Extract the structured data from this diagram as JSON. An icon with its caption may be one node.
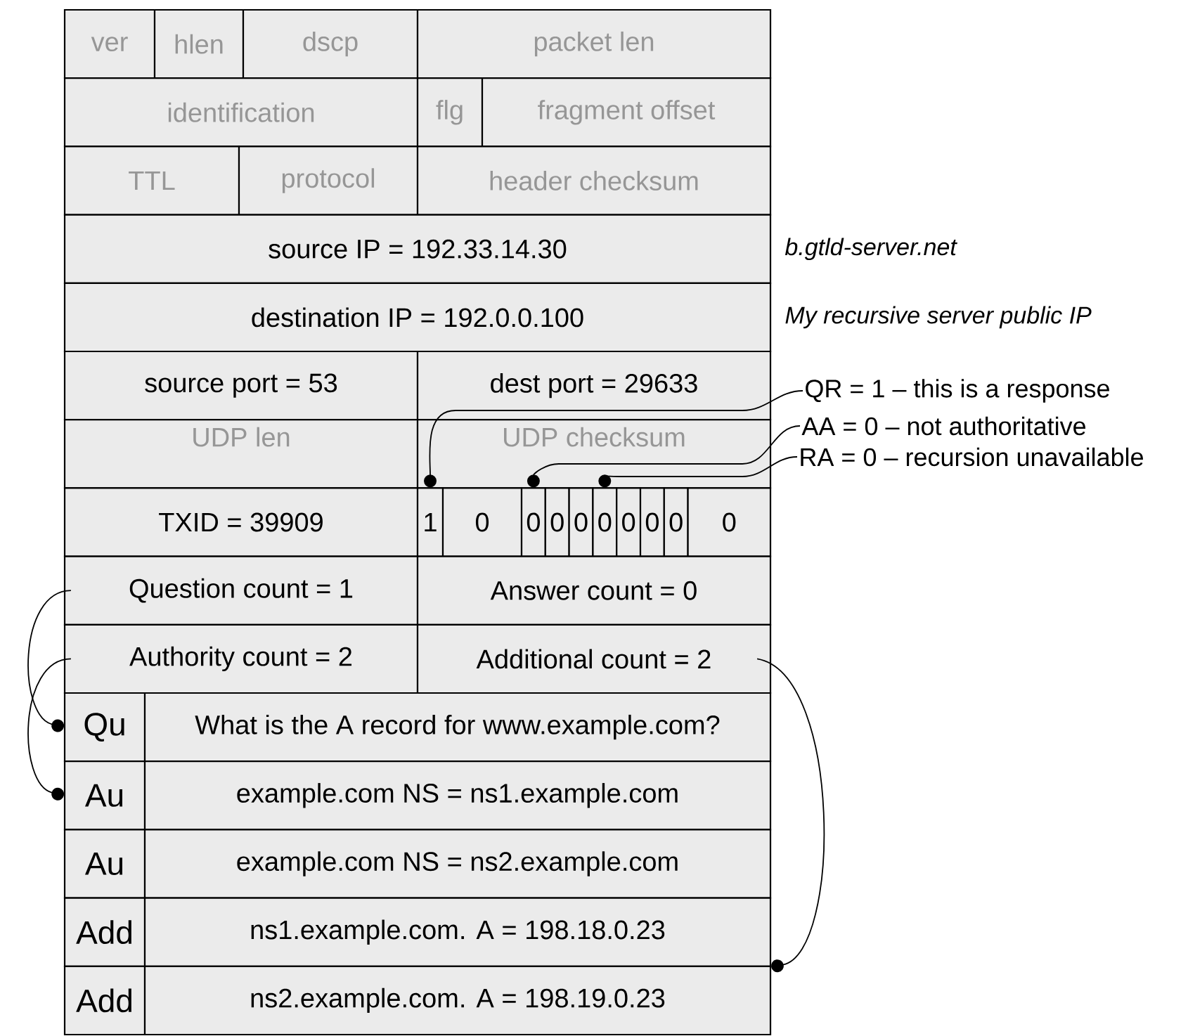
{
  "diagram": {
    "nodes": [
      {
        "text": [
          "ver"
        ]
      },
      {
        "text": [
          "hlen"
        ]
      },
      {
        "text": [
          "dscp"
        ]
      },
      {
        "text": [
          "packet len"
        ]
      },
      {
        "text": [
          "identification"
        ]
      },
      {
        "text": [
          "flg"
        ]
      },
      {
        "text": [
          "fragment offset"
        ]
      },
      {
        "text": [
          "TTL"
        ]
      },
      {
        "text": [
          "protocol"
        ]
      },
      {
        "text": [
          "header checksum"
        ]
      },
      {
        "text": [
          "source IP = 192.33.14.30"
        ],
        "beside": [
          "b.gtld-server.net"
        ]
      },
      {
        "text": [
          "destination IP = 192.0.0.100"
        ],
        "beside": [
          "My recursive server public IP"
        ]
      },
      {
        "text": [
          "source port = 53"
        ]
      },
      {
        "text": [
          "dest port = 29633"
        ]
      },
      {
        "text": [
          "UDP len"
        ]
      },
      {
        "text": [
          "UDP checksum"
        ]
      },
      {
        "text": [
          "TXID = 39909"
        ]
      },
      {
        "text": [
          "1"
        ]
      },
      {
        "text": [
          "0"
        ]
      },
      {
        "text": [
          "0"
        ]
      },
      {
        "text": [
          "0"
        ]
      },
      {
        "text": [
          "0"
        ]
      },
      {
        "text": [
          "0"
        ]
      },
      {
        "text": [
          "0"
        ]
      },
      {
        "text": [
          "0"
        ]
      },
      {
        "text": [
          "0"
        ]
      },
      {
        "text": [
          "0"
        ]
      },
      {
        "text": [
          "Question count = 1"
        ]
      },
      {
        "text": [
          "Answer count = 0"
        ]
      },
      {
        "text": [
          "Authority count = 2"
        ]
      },
      {
        "text": [
          "Additional count = 2"
        ]
      },
      {
        "text": [
          "Qu"
        ]
      },
      {
        "text": [
          "What is the A record for www.example.com?"
        ]
      },
      {
        "text": [
          "Au"
        ]
      },
      {
        "text": [
          "example.com NS = ns1.example.com"
        ]
      },
      {
        "text": [
          "Au"
        ]
      },
      {
        "text": [
          "example.com NS = ns2.example.com"
        ]
      },
      {
        "text": [
          "Add"
        ]
      },
      {
        "text": [
          "ns1.example.com. A = 198.18.0.23"
        ]
      },
      {
        "text": [
          "Add"
        ]
      },
      {
        "text": [
          "ns2.example.com. A = 198.19.0.23"
        ]
      },
      {
        "text": [
          "QR = 1 – this is a response"
        ]
      },
      {
        "text": [
          "AA = 0 – not authoritative"
        ]
      },
      {
        "text": [
          "RA = 0 – recursion unavailable"
        ]
      }
    ],
    "edges": [
      {
        "from": 41,
        "to": 17,
        "arrow": "other"
      },
      {
        "from": 42,
        "to": 19,
        "arrow": "other"
      },
      {
        "from": 43,
        "to": 22,
        "arrow": "other"
      },
      {
        "from": 27,
        "to": 31,
        "arrow": "other"
      },
      {
        "from": 29,
        "to": 33,
        "arrow": "other"
      },
      {
        "from": 30,
        "to": 38,
        "arrow": "other"
      }
    ]
  }
}
